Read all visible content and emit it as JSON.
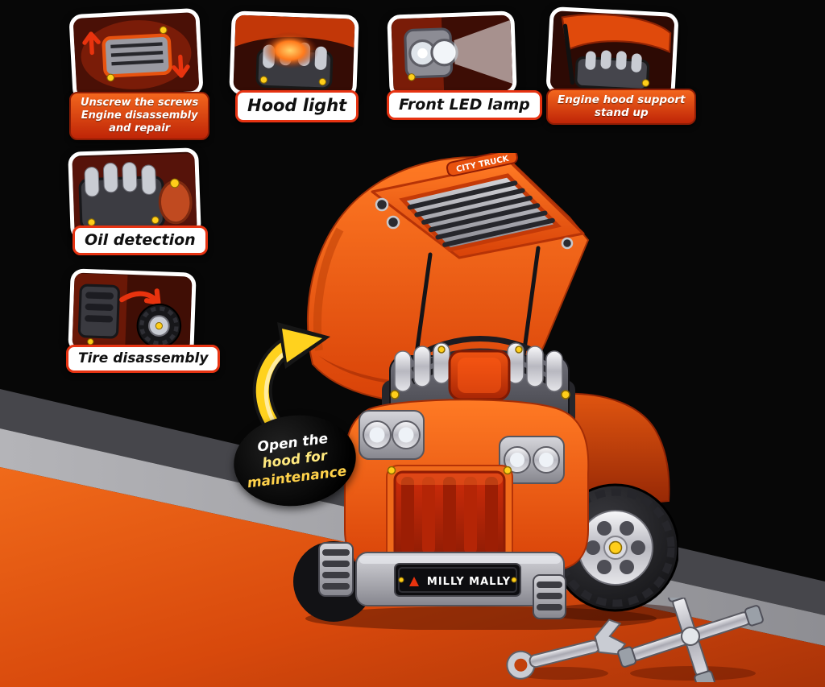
{
  "poster": {
    "features": [
      {
        "id": "unscrew",
        "variant": "orange",
        "lines": [
          "Unscrew the screws",
          "Engine disassembly",
          "and repair"
        ]
      },
      {
        "id": "hood-light",
        "variant": "white",
        "lines": [
          "Hood light"
        ]
      },
      {
        "id": "front-led",
        "variant": "white",
        "lines": [
          "Front LED lamp"
        ]
      },
      {
        "id": "hood-support",
        "variant": "orange",
        "lines": [
          "Engine hood support",
          "stand up"
        ]
      },
      {
        "id": "oil",
        "variant": "white",
        "lines": [
          "Oil detection"
        ]
      },
      {
        "id": "tire",
        "variant": "white",
        "lines": [
          "Tire disassembly"
        ]
      }
    ],
    "callout": {
      "lines": [
        "Open the",
        "hood for",
        "maintenance"
      ]
    },
    "truck": {
      "hood_badge": "CITY TRUCK",
      "plate": "MILLY MALLY"
    },
    "colors": {
      "background": "#070707",
      "accent_orange": "#e8520e",
      "badge_border": "#e63312",
      "stripe_light": "#a8a8ac",
      "stripe_dark": "#4a4a4e",
      "arrow_yellow": "#ffd21e"
    },
    "icons": [
      "open-hood-arrow-icon",
      "wrench-icon",
      "cross-wrench-icon",
      "engine-icon",
      "tire-icon"
    ]
  }
}
